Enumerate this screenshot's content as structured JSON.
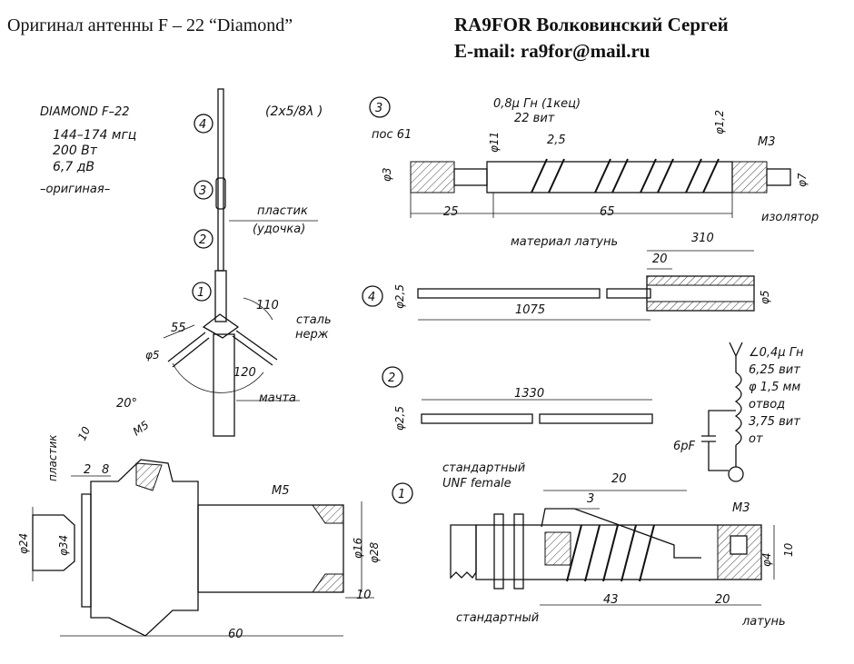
{
  "header": {
    "left_title": "Оригинал антенны F – 22 “Diamond”",
    "author": "RA9FOR Волковинский Сергей",
    "email": "E-mail: ra9for@mail.ru"
  },
  "spec": {
    "model": "DIAMOND   F–22",
    "config": "(2х5/8λ )",
    "freq": "144–174 мгц",
    "power": "200 Вт",
    "gain": "6,7 дВ",
    "note": "–оригиная–"
  },
  "overview": {
    "markers": [
      "4",
      "3",
      "2",
      "1"
    ],
    "plastic_label": "пластик",
    "plastic_sub": "(удочка)",
    "angle_top": "110",
    "angle_bottom": "120",
    "steel_label": "сталь",
    "steel_sub": "нерж",
    "mast_label": "мачта",
    "radial_len": "55",
    "radial_dia": "φ5"
  },
  "part3": {
    "marker": "3",
    "inductance": "0,8μ Гн (1кец)",
    "turns": "22 вит",
    "solder": "пос 61",
    "d11": "φ11",
    "pitch": "2,5",
    "wire": "φ1,2",
    "m3": "М3",
    "d3": "φ3",
    "d7": "φ7",
    "len25": "25",
    "len65": "65",
    "insulator": "изолятор"
  },
  "part4": {
    "marker": "4",
    "material": "материал латунь",
    "len310": "310",
    "len20": "20",
    "d25": "φ2,5",
    "d5": "φ5",
    "len1075": "1075"
  },
  "part2": {
    "marker": "2",
    "len1330": "1330",
    "d25": "φ2,5"
  },
  "schematic": {
    "line1": "∠0,4μ Гн",
    "line2": "6,25 вит",
    "line3": "φ 1,5 мм",
    "line4": "отвод",
    "line5": "3,75 вит",
    "line6": "от",
    "cap": "6pF"
  },
  "base": {
    "angle20": "20°",
    "d10": "10",
    "m5a": "М5",
    "plastic": "пластик",
    "d2": "2",
    "d8": "8",
    "d24": "φ24",
    "d34": "φ34",
    "m5b": "М5",
    "d16": "φ16",
    "d28": "φ28",
    "len10": "10",
    "len60": "60",
    "marker": "1"
  },
  "connector": {
    "std_top": "стандартный",
    "unf": "UNF female",
    "len20a": "20",
    "len3": "3",
    "m3": "М3",
    "len43": "43",
    "len20b": "20",
    "d10": "10",
    "d4": "φ4",
    "std_bottom": "стандартный",
    "brass": "латунь"
  }
}
